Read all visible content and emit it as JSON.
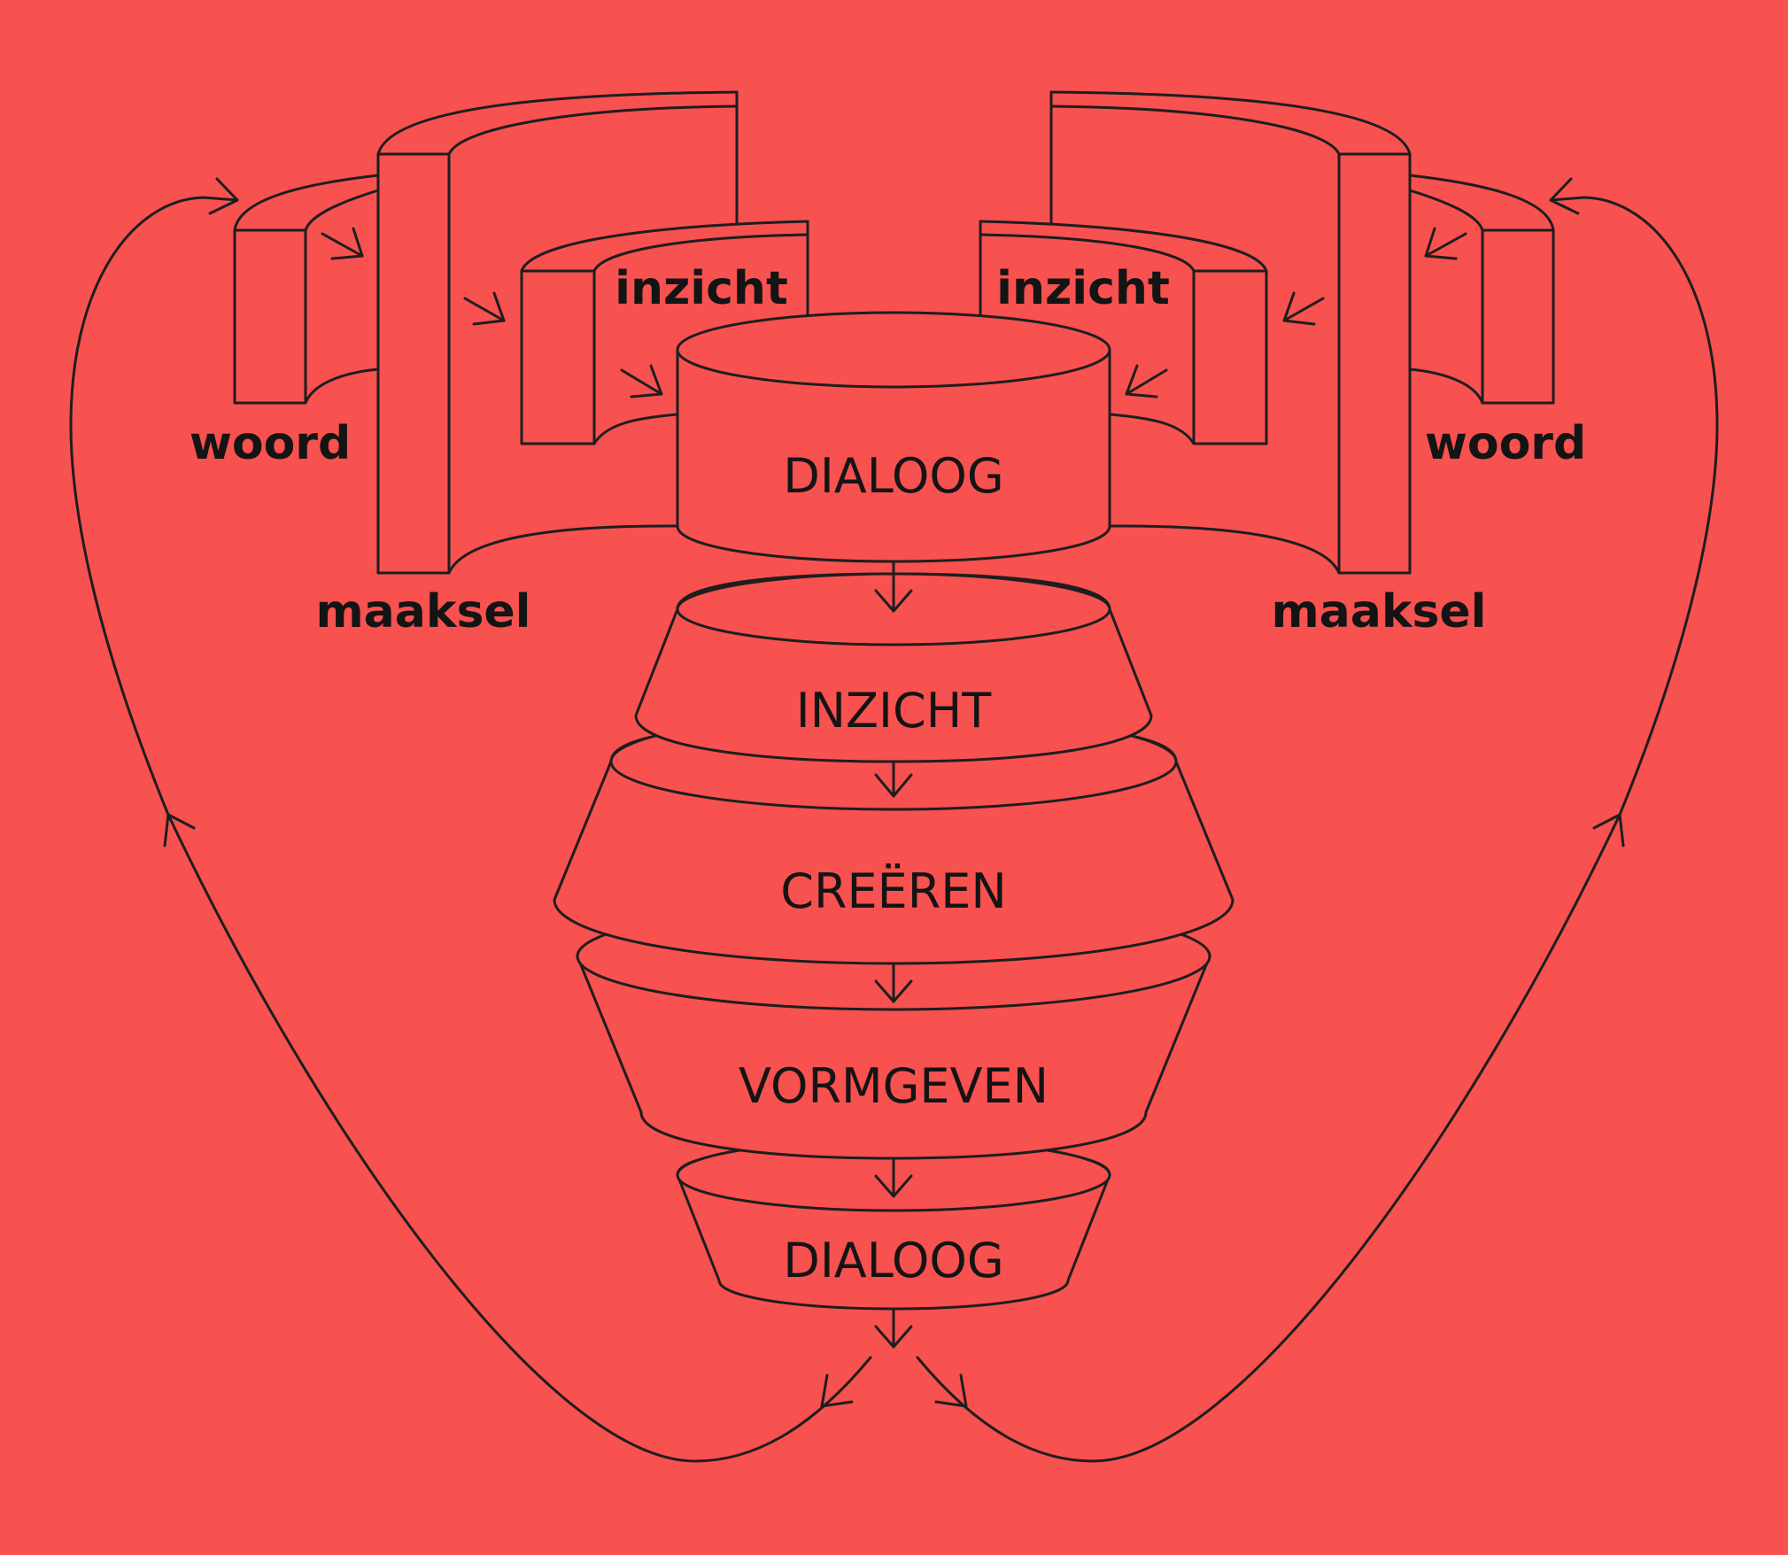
{
  "colors": {
    "background": "#f75150",
    "line": "#1e1e1e",
    "text": "#141414"
  },
  "left_column": {
    "woord": "woord",
    "maaksel": "maaksel",
    "inzicht": "inzicht"
  },
  "right_column": {
    "woord": "woord",
    "maaksel": "maaksel",
    "inzicht": "inzicht"
  },
  "stages": [
    {
      "label": "DIALOOG"
    },
    {
      "label": "INZICHT"
    },
    {
      "label": "CREËREN"
    },
    {
      "label": "VORMGEVEN"
    },
    {
      "label": "DIALOOG"
    }
  ]
}
